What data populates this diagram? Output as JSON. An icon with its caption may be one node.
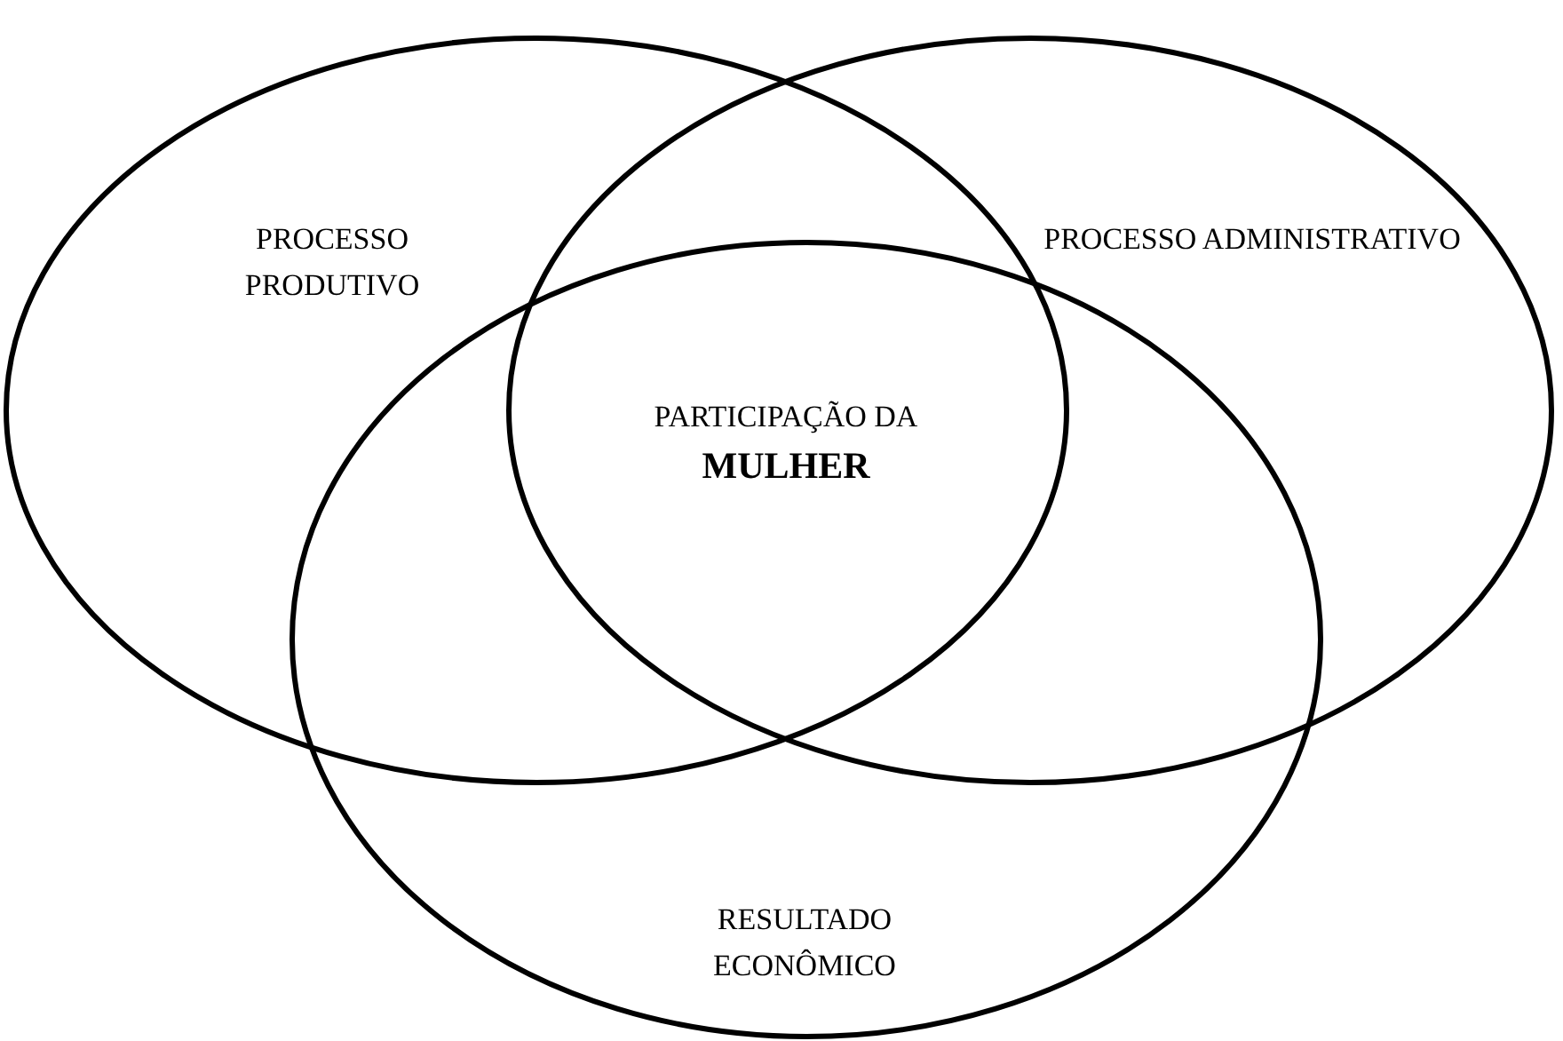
{
  "diagram": {
    "nodes": [
      {
        "text": [
          "PROCESSO PRODUTIVO"
        ]
      },
      {
        "text": [
          "PROCESSO ADMINISTRATIVO"
        ]
      },
      {
        "text": [
          "RESULTADO ECONÔMICO"
        ]
      }
    ],
    "labels": [
      "PARTICIPAÇÃO DA",
      "MULHER"
    ]
  }
}
